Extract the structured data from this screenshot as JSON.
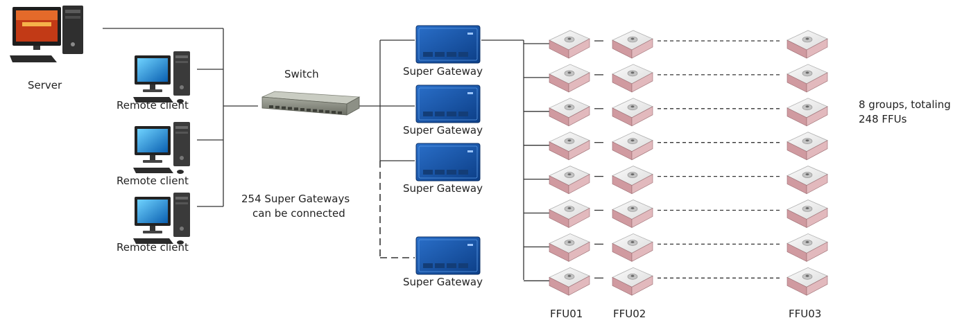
{
  "server": {
    "label": "Server"
  },
  "clients": [
    {
      "label": "Remote client"
    },
    {
      "label": "Remote client"
    },
    {
      "label": "Remote client"
    }
  ],
  "switch": {
    "label": "Switch"
  },
  "switch_note": {
    "line1": "254 Super Gateways",
    "line2": "can be connected"
  },
  "gateways": [
    {
      "label": "Super Gateway"
    },
    {
      "label": "Super Gateway"
    },
    {
      "label": "Super Gateway"
    },
    {
      "label": "Super Gateway"
    }
  ],
  "ffu_columns": [
    {
      "label": "FFU01"
    },
    {
      "label": "FFU02"
    },
    {
      "label": "FFU03"
    }
  ],
  "ffu_rows": 8,
  "groups_note": {
    "line1": "8 groups, totaling",
    "line2": "248 FFUs"
  }
}
